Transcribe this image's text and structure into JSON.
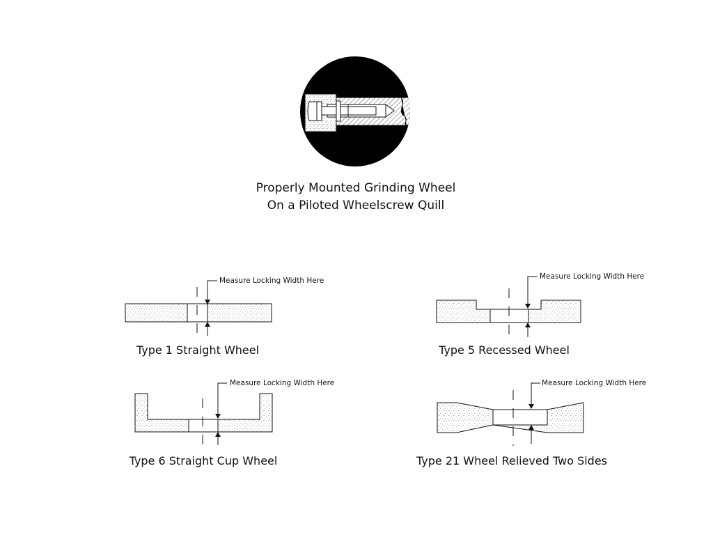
{
  "title": {
    "line1": "Properly Mounted Grinding Wheel",
    "line2": "On a Piloted Wheelscrew Quill"
  },
  "diagrams": [
    {
      "caption": "Type 1 Straight Wheel",
      "note": "Measure Locking Width Here"
    },
    {
      "caption": "Type 5 Recessed Wheel",
      "note": "Measure Locking Width Here"
    },
    {
      "caption": "Type 6 Straight Cup Wheel",
      "note": "Measure Locking Width Here"
    },
    {
      "caption": "Type 21 Wheel Relieved Two Sides",
      "note": "Measure Locking Width Here"
    }
  ],
  "colors": {
    "ink": "#111111",
    "paper": "#ffffff"
  }
}
